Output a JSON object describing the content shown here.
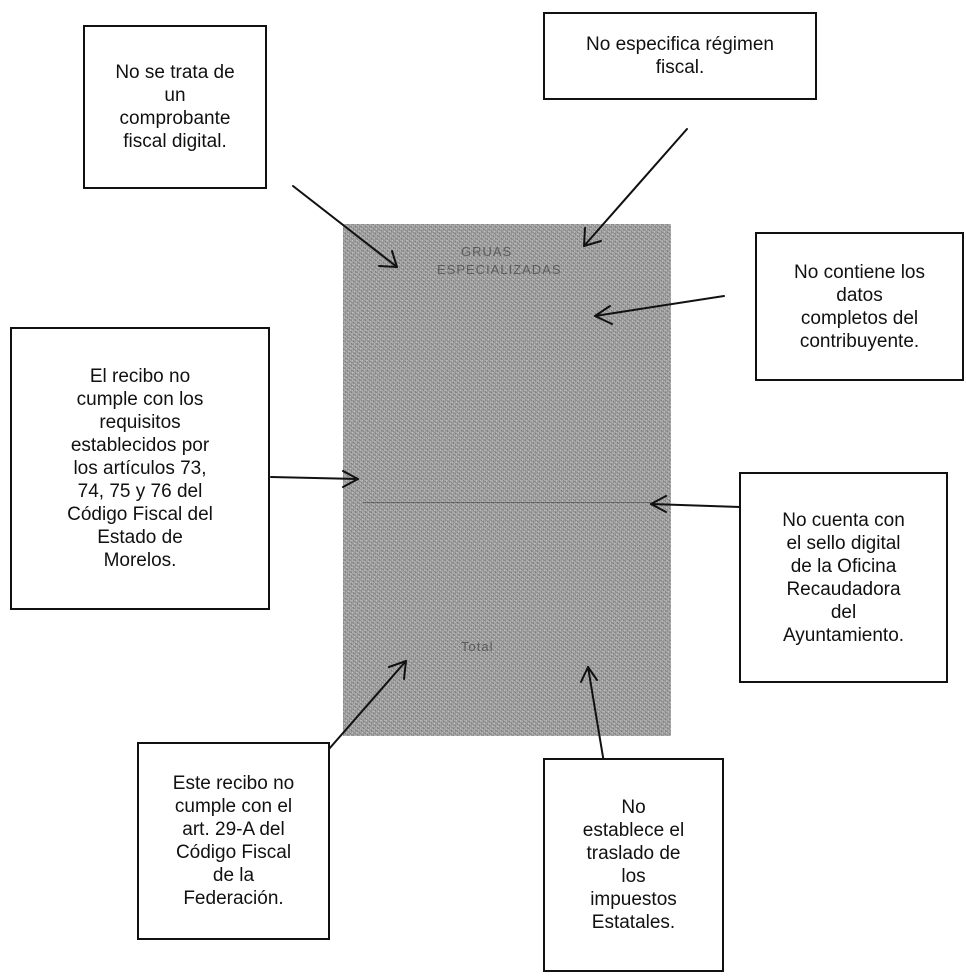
{
  "notes": {
    "top_left": "No se trata de\nun\ncomprobante\nfiscal digital.",
    "top_right": "No especifica régimen\nfiscal.",
    "right_upper": "No contiene los\ndatos\ncompletos del\ncontribuyente.",
    "left": "El recibo no\ncumple con los\nrequisitos\nestablecidos por\nlos artículos 73,\n74, 75 y 76 del\nCódigo Fiscal del\nEstado de\nMorelos.",
    "right_lower": "No cuenta con\nel sello digital\nde la Oficina\nRecaudadora\ndel\nAyuntamiento.",
    "bottom_left": "Este recibo no\ncumple con el\nart. 29-A del\nCódigo Fiscal\nde la\nFederación.",
    "bottom_right": "No\nestablece el\ntraslado de\nlos\nimpuestos\nEstatales."
  },
  "receipt": {
    "header_1": "GRUAS",
    "header_2": "ESPECIALIZADAS",
    "total_label": "Total"
  }
}
